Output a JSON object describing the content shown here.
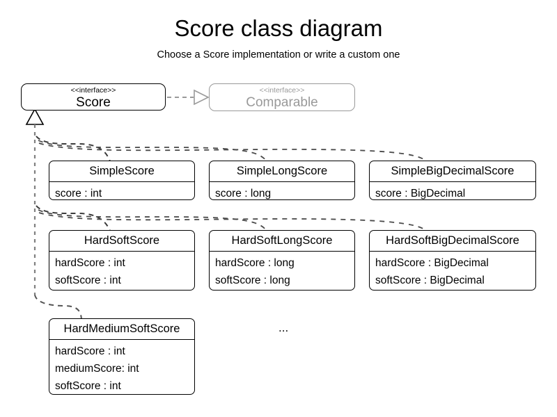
{
  "diagram": {
    "title": "Score class diagram",
    "subtitle": "Choose a Score implementation or write a custom one",
    "ellipsis": "...",
    "colors": {
      "stroke": "#000000",
      "muted_stroke": "#999999",
      "connector": "#808080",
      "dashed_branch": "#555555",
      "background": "#ffffff"
    }
  },
  "interfaces": [
    {
      "stereotype": "<<interface>>",
      "name": "Score",
      "muted": false
    },
    {
      "stereotype": "<<interface>>",
      "name": "Comparable",
      "muted": true
    }
  ],
  "classes": [
    {
      "name": "SimpleScore",
      "attributes": [
        "score : int"
      ]
    },
    {
      "name": "SimpleLongScore",
      "attributes": [
        "score : long"
      ]
    },
    {
      "name": "SimpleBigDecimalScore",
      "attributes": [
        "score : BigDecimal"
      ]
    },
    {
      "name": "HardSoftScore",
      "attributes": [
        "hardScore : int",
        "softScore : int"
      ]
    },
    {
      "name": "HardSoftLongScore",
      "attributes": [
        "hardScore : long",
        "softScore : long"
      ]
    },
    {
      "name": "HardSoftBigDecimalScore",
      "attributes": [
        "hardScore : BigDecimal",
        "softScore : BigDecimal"
      ]
    },
    {
      "name": "HardMediumSoftScore",
      "attributes": [
        "hardScore : int",
        "mediumScore: int",
        "softScore : int"
      ]
    }
  ]
}
